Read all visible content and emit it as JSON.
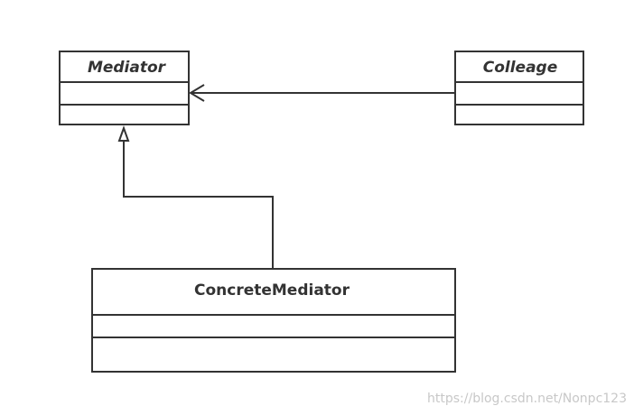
{
  "classes": {
    "mediator": {
      "name": "Mediator",
      "abstract": true
    },
    "colleague": {
      "name": "Colleage",
      "abstract": true
    },
    "concrete_mediator": {
      "name": "ConcreteMediator",
      "abstract": false
    }
  },
  "relations": [
    {
      "type": "association",
      "from": "Colleage",
      "to": "Mediator"
    },
    {
      "type": "generalization",
      "from": "ConcreteMediator",
      "to": "Mediator"
    }
  ],
  "watermark": "https://blog.csdn.net/Nonpc123"
}
